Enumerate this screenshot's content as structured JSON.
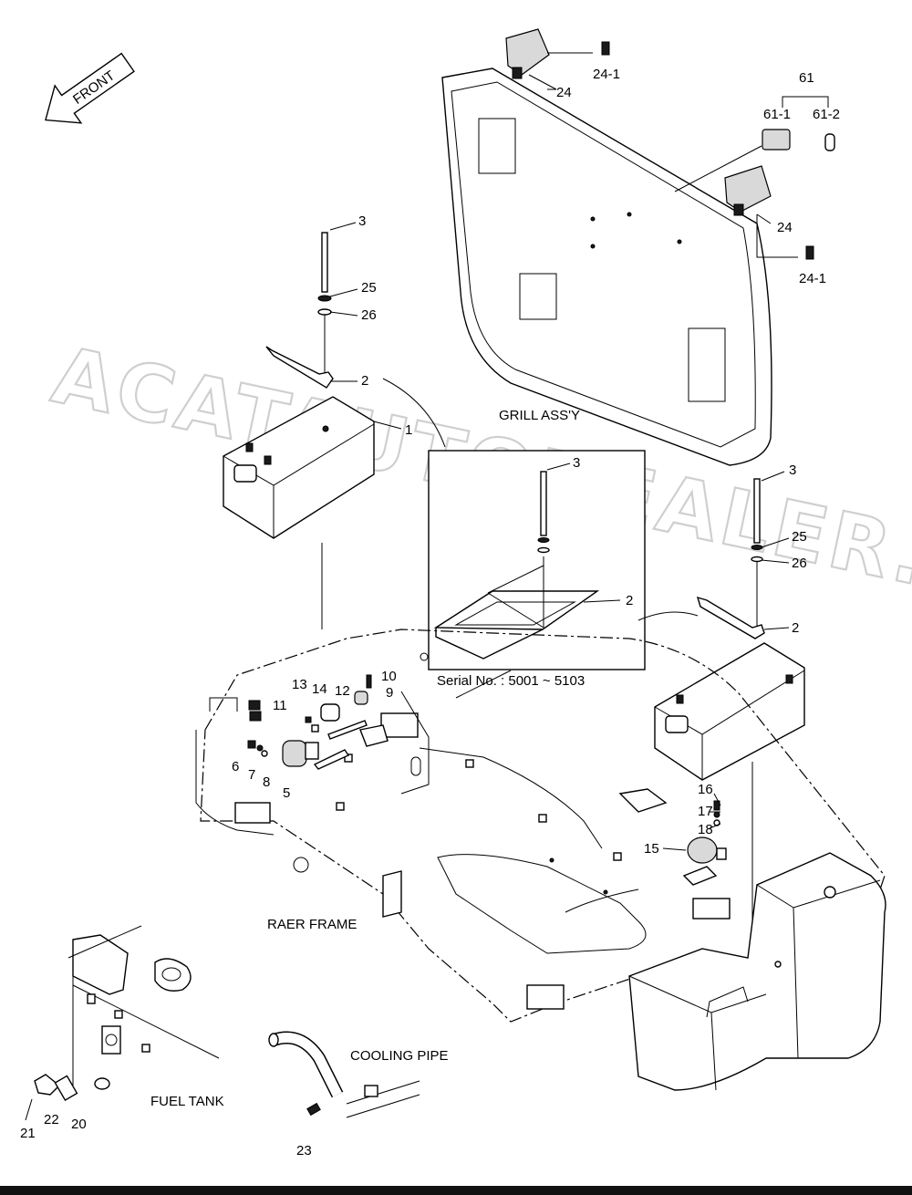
{
  "orientation": {
    "front_label": "FRONT"
  },
  "captions": {
    "grill": "GRILL ASS'Y",
    "rear_frame": "RAER FRAME",
    "fuel_tank": "FUEL TANK",
    "cooling_pipe": "COOLING PIPE",
    "serial": "Serial No. : 5001 ~ 5103"
  },
  "watermark": "ACATAUTODEALER.RU",
  "callouts": {
    "c1": "1",
    "c2a": "2",
    "c2b": "2",
    "c2c": "2",
    "c3a": "3",
    "c3b": "3",
    "c3c": "3",
    "c5": "5",
    "c6": "6",
    "c7": "7",
    "c8": "8",
    "c9": "9",
    "c10": "10",
    "c11": "11",
    "c12": "12",
    "c13": "13",
    "c14": "14",
    "c15": "15",
    "c16": "16",
    "c17": "17",
    "c18": "18",
    "c20": "20",
    "c21": "21",
    "c22": "22",
    "c23": "23",
    "c24a": "24",
    "c24b": "24",
    "c24_1a": "24-1",
    "c24_1b": "24-1",
    "c25a": "25",
    "c25b": "25",
    "c26a": "26",
    "c26b": "26",
    "c61": "61",
    "c61_1": "61-1",
    "c61_2": "61-2"
  }
}
